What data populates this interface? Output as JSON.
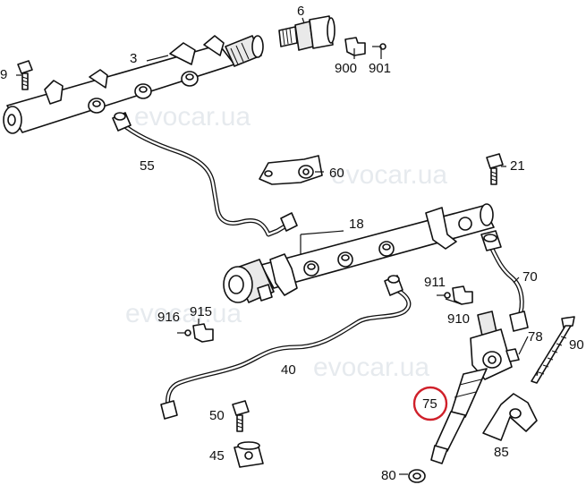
{
  "watermark": "evocar.ua",
  "highlight_color": "#d0202a",
  "highlighted_part": "75",
  "labels": {
    "p3": "3",
    "p6": "6",
    "p9": "9",
    "p18": "18",
    "p21": "21",
    "p40": "40",
    "p45": "45",
    "p50": "50",
    "p55": "55",
    "p60": "60",
    "p70": "70",
    "p75": "75",
    "p78": "78",
    "p80": "80",
    "p85": "85",
    "p90": "90",
    "p900": "900",
    "p901": "901",
    "p910": "910",
    "p911": "911",
    "p915": "915",
    "p916": "916"
  }
}
